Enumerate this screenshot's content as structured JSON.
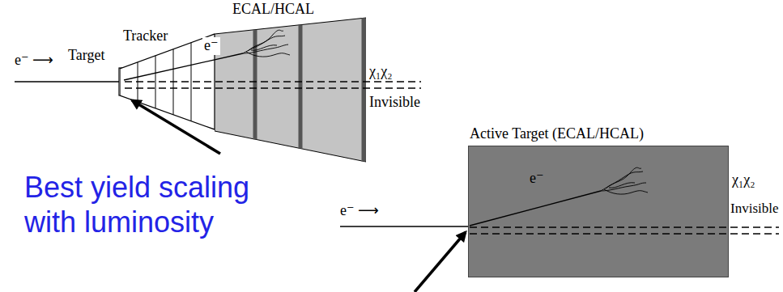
{
  "diagram": {
    "nodes": [
      {
        "text": [
          "Tracker"
        ]
      },
      {
        "text": [
          "ECAL/HCAL"
        ]
      },
      {
        "text": [
          "Active Target (ECAL/HCAL)"
        ]
      }
    ],
    "labels": [
      "e⁻ ⟶",
      "Target",
      "e⁻",
      "χ₁χ₂",
      "Invisible",
      "Best yield scaling with luminosity",
      "e⁻ ⟶",
      "e⁻",
      "χ₁χ₂",
      "Invisible"
    ]
  }
}
